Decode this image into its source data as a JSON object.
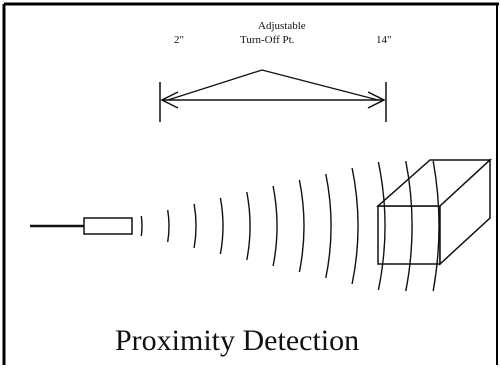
{
  "diagram": {
    "range_caption_line1": "Adjustable",
    "range_caption_line2": "Turn-Off Pt.",
    "range_min_label": "2\"",
    "range_max_label": "14\"",
    "title": "Proximity Detection",
    "wave_count": 12,
    "line_color": "#111111",
    "frame_color": "#000000"
  }
}
